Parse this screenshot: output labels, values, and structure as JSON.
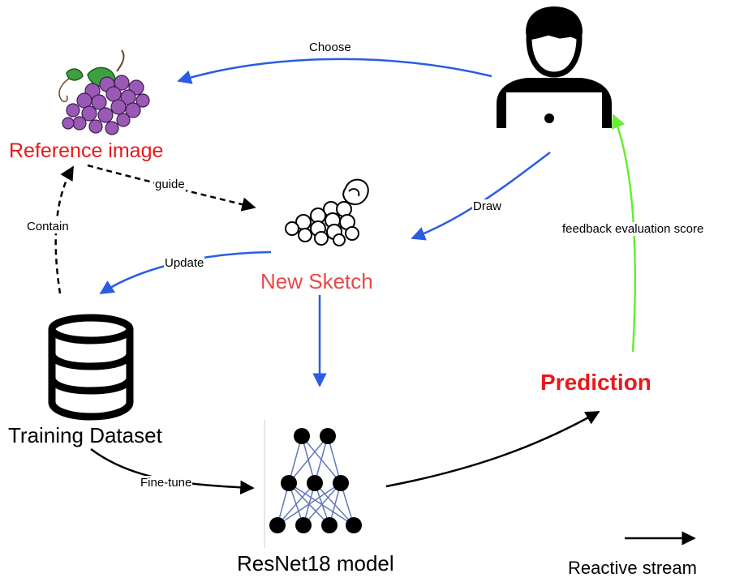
{
  "nodes": {
    "reference_image": {
      "label": "Reference image",
      "color": "#e8191b"
    },
    "new_sketch": {
      "label": "New Sketch",
      "color": "#e84848"
    },
    "training_dataset": {
      "label": "Training Dataset",
      "color": "#000000"
    },
    "resnet_model": {
      "label": "ResNet18 model",
      "color": "#000000"
    },
    "prediction": {
      "label": "Prediction",
      "color": "#e8191b"
    }
  },
  "edges": {
    "choose": "Choose",
    "guide": "guide",
    "draw": "Draw",
    "contain": "Contain",
    "update": "Update",
    "feedback": "feedback evaluation score",
    "fine_tune": "Fine-tune"
  },
  "legend": {
    "label": "Reactive stream"
  },
  "colors": {
    "blue_arrow": "#2b5ce6",
    "green_arrow": "#66ee33",
    "black_arrow": "#000000"
  },
  "icons": [
    "grapes-icon",
    "user-laptop-icon",
    "sketch-grapes-icon",
    "database-icon",
    "neural-network-icon"
  ]
}
